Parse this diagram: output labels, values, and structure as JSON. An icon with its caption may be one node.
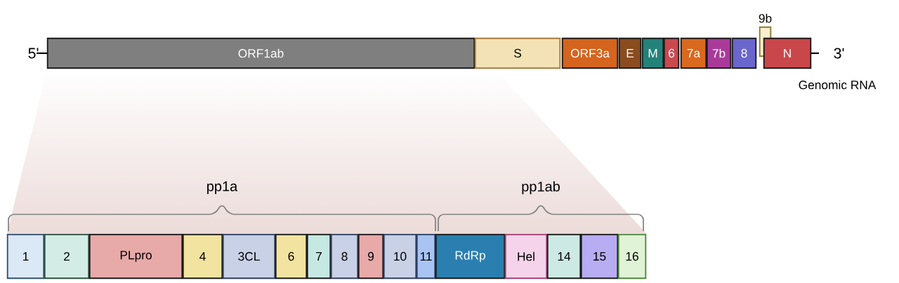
{
  "diagram": {
    "nodes": [
      {
        "text": [
          "ORF1ab"
        ]
      },
      {
        "text": [
          "S"
        ]
      },
      {
        "text": [
          "ORF3a"
        ]
      },
      {
        "text": [
          "E"
        ]
      },
      {
        "text": [
          "M"
        ]
      },
      {
        "text": [
          "6"
        ]
      },
      {
        "text": [
          "7a"
        ]
      },
      {
        "text": [
          "7b"
        ]
      },
      {
        "text": [
          "8"
        ]
      },
      {
        "text": [
          "9b"
        ]
      },
      {
        "text": [
          "N"
        ]
      },
      {
        "text": [
          "1"
        ]
      },
      {
        "text": [
          "2"
        ]
      },
      {
        "text": [
          "PLpro"
        ]
      },
      {
        "text": [
          "4"
        ]
      },
      {
        "text": [
          "3CL"
        ]
      },
      {
        "text": [
          "6"
        ]
      },
      {
        "text": [
          "7"
        ]
      },
      {
        "text": [
          "8"
        ]
      },
      {
        "text": [
          "9"
        ]
      },
      {
        "text": [
          "10"
        ]
      },
      {
        "text": [
          "11"
        ]
      },
      {
        "text": [
          "RdRp"
        ]
      },
      {
        "text": [
          "Hel"
        ]
      },
      {
        "text": [
          "14"
        ]
      },
      {
        "text": [
          "15"
        ]
      },
      {
        "text": [
          "16"
        ]
      }
    ],
    "labels": [
      "5'",
      "3'",
      "Genomic RNA",
      "pp1a",
      "pp1ab"
    ]
  }
}
